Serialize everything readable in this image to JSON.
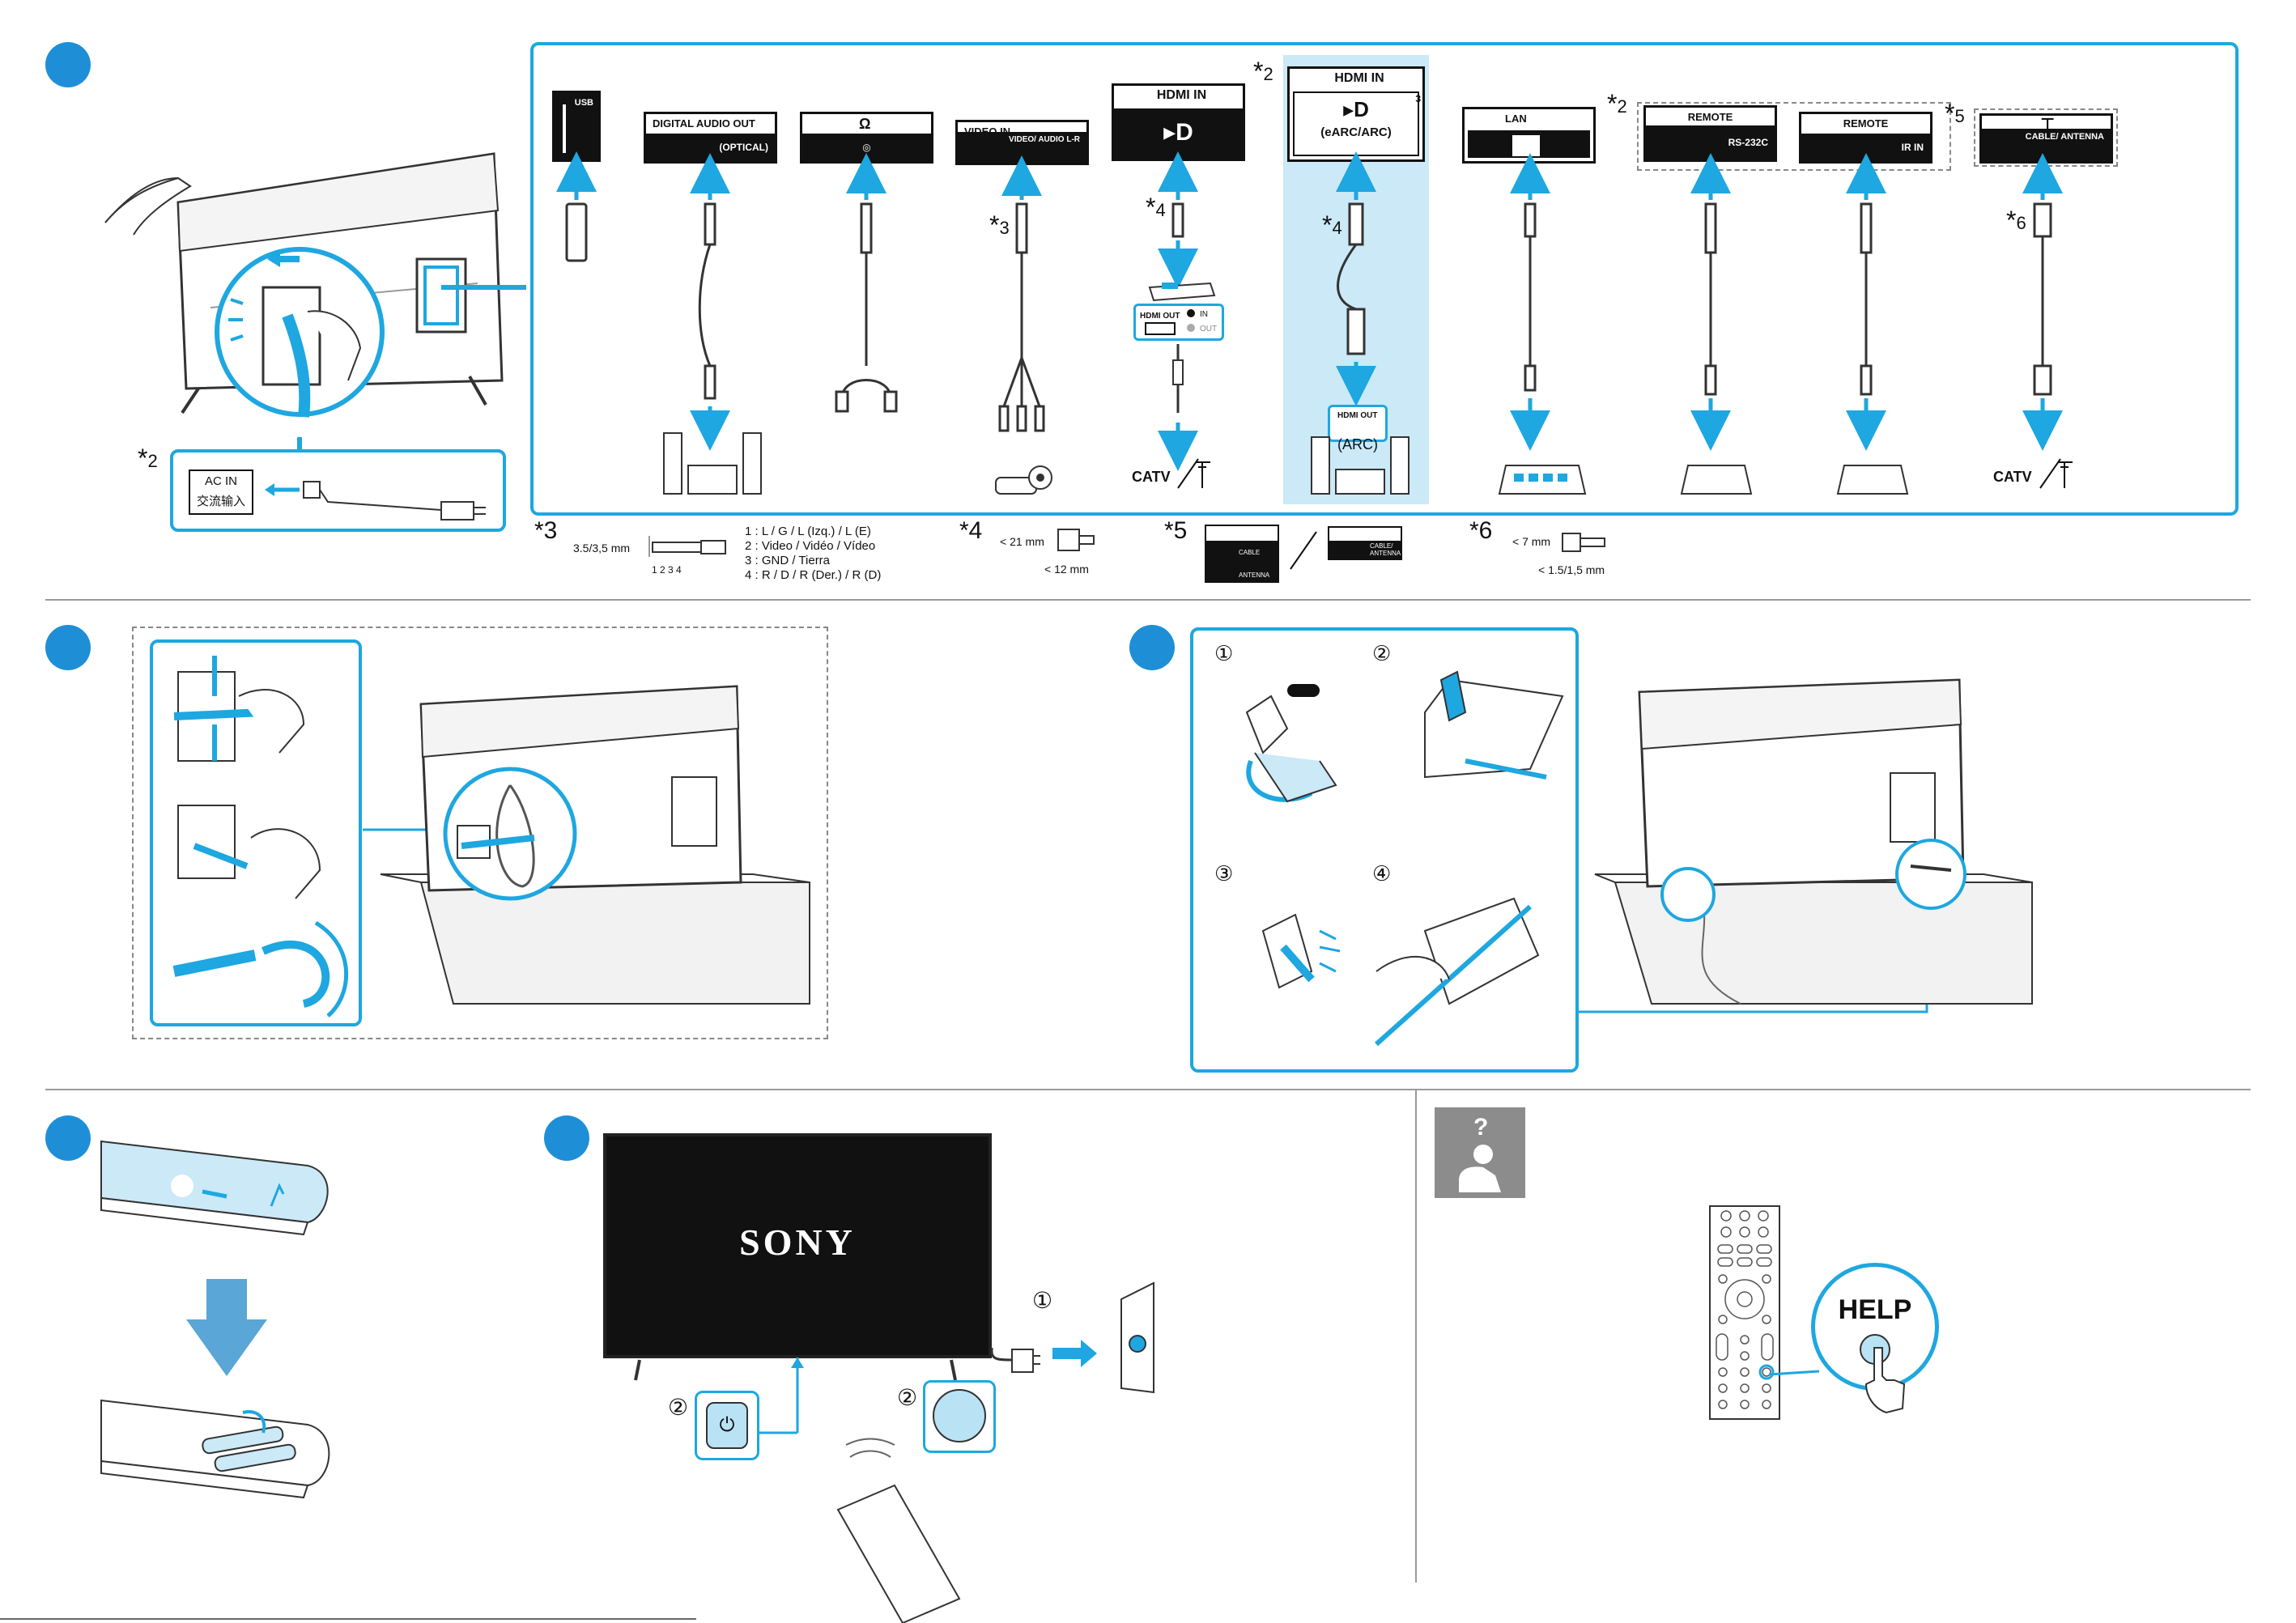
{
  "palette": {
    "accent": "#1ea7e0",
    "step": "#1e8fd6",
    "arrow": "#1ea7e0",
    "panel_fill": "#cbe9f7",
    "dark": "#111111",
    "icon_gray": "#8c8c8c"
  },
  "ports": [
    {
      "id": "usb",
      "top": "USB",
      "bottom": "",
      "icon": "usb-icon"
    },
    {
      "id": "optical",
      "top": "DIGITAL AUDIO OUT",
      "bottom": "(OPTICAL)",
      "icon": "optical-icon"
    },
    {
      "id": "headphone",
      "top": "",
      "bottom": "",
      "icon": "headphone-icon"
    },
    {
      "id": "video",
      "top": "VIDEO IN",
      "bottom": "VIDEO/ AUDIO L-R",
      "icon": "video-in-icon"
    },
    {
      "id": "hdmi",
      "top": "HDMI IN",
      "bottom": "",
      "icon": "hdmi-icon"
    },
    {
      "id": "hdmi3",
      "top": "HDMI IN",
      "bottom": "(eARC/ARC)",
      "number": "3",
      "icon": "hdmi-icon"
    },
    {
      "id": "lan",
      "top": "LAN",
      "bottom": "",
      "icon": "lan-icon"
    },
    {
      "id": "rs232",
      "top": "REMOTE",
      "bottom": "RS-232C",
      "icon": "rs232-icon"
    },
    {
      "id": "irin",
      "top": "REMOTE",
      "bottom": "IR IN",
      "icon": "ir-in-icon"
    },
    {
      "id": "antenna",
      "top": "",
      "bottom": "CABLE/ ANTENNA",
      "icon": "antenna-icon"
    }
  ],
  "stars": {
    "ac": {
      "sym": "*",
      "num": "2"
    },
    "hdmi3": {
      "sym": "*",
      "num": "2"
    },
    "rs232": {
      "sym": "*",
      "num": "2"
    },
    "antenna": {
      "sym": "*",
      "num": "5"
    },
    "video_cable": {
      "sym": "*",
      "num": "3"
    },
    "hdmi_cable1": {
      "sym": "*",
      "num": "4"
    },
    "hdmi_cable2": {
      "sym": "*",
      "num": "4"
    },
    "antenna_cable": {
      "sym": "*",
      "num": "6"
    }
  },
  "ac_box": {
    "line1": "AC IN",
    "line2": "交流输入"
  },
  "hdmi_device": {
    "out": "HDMI OUT",
    "in": "IN",
    "out2": "OUT"
  },
  "arc_device": {
    "out": "HDMI OUT",
    "arc": "(ARC)"
  },
  "catv_label": "CATV",
  "footnotes": {
    "n3": {
      "mark": "*3",
      "size": "3.5/3,5 mm",
      "pins": "1 2 3 4",
      "lines": [
        "1 : L / G / L (Izq.) / L (E)",
        "2 : Video / Vidéo / Vídeo",
        "3 : GND / Tierra",
        "4 : R / D / R (Der.) / R (D)"
      ]
    },
    "n4": {
      "mark": "*4",
      "w": "< 21 mm",
      "h": "< 12 mm"
    },
    "n5": {
      "mark": "*5",
      "a": "CABLE",
      "b": "ANTENNA",
      "c": "CABLE/ ANTENNA"
    },
    "n6": {
      "mark": "*6",
      "w": "< 7 mm",
      "h": "< 1.5/1,5 mm"
    }
  },
  "clip_steps": [
    "①",
    "②",
    "③",
    "④"
  ],
  "power_steps": {
    "plug": "①",
    "button": "②",
    "remote": "②"
  },
  "brand": "SONY",
  "help_label": "HELP"
}
